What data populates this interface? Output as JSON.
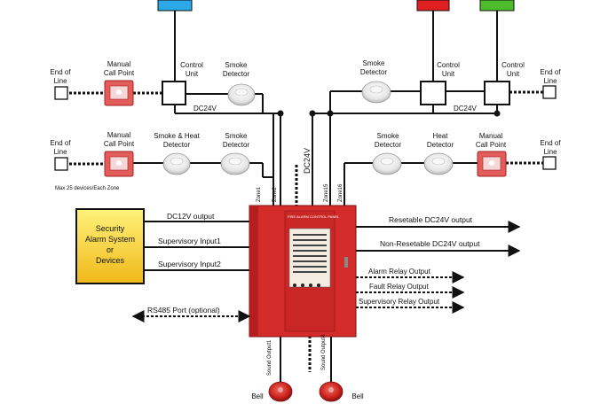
{
  "colors": {
    "sounder_blue": "#2aa8e8",
    "sounder_red": "#e02020",
    "sounder_green": "#4cbb2c",
    "panel_red": "#d42b2b",
    "security_box": "#f4c430",
    "wire": "#111111"
  },
  "labels": {
    "eol": "End of",
    "line": "Line",
    "manual": "Manual",
    "call_point": "Call Point",
    "control": "Control",
    "unit": "Unit",
    "smoke": "Smoke",
    "detector": "Detector",
    "smoke_heat": "Smoke & Heat",
    "heat": "Heat",
    "dc24v": "DC24V",
    "max_devices": "Max 25 devices/Each Zone",
    "zone1": "Zone1",
    "zone2": "Zone2",
    "zone15": "Zone15",
    "zone16": "Zone16",
    "dc24v_vertical": "DC24V",
    "security_line1": "Security",
    "security_line2": "Alarm System",
    "security_line3": "or",
    "security_line4": "Devices",
    "dc12v_output": "DC12V output",
    "supervisory_input1": "Supervisory Input1",
    "supervisory_input2": "Supervisory Input2",
    "rs485": "RS485 Port (optional)",
    "resetable": "Resetable DC24V output",
    "non_resetable": "Non-Resetable DC24V output",
    "alarm_relay": "Alarm Relay Output",
    "fault_relay": "Fault Relay Output",
    "supervisory_relay": "Supervisory Relay Output",
    "sound_output1": "Sound Output1",
    "sound_output4": "Sound Output4",
    "bell": "Bell"
  }
}
